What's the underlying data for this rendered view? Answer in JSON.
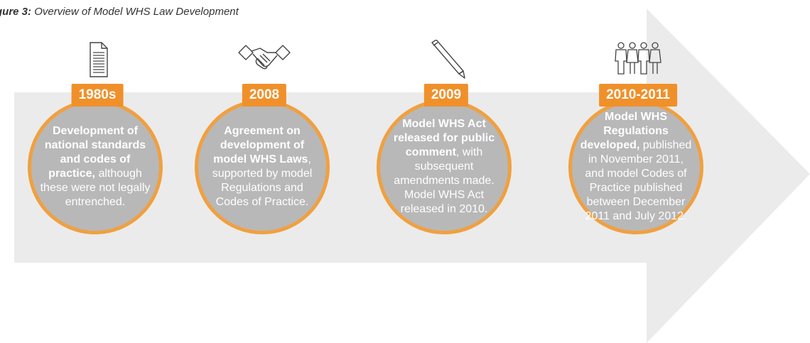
{
  "caption": {
    "label": "gure 3:",
    "text": "Overview of Model WHS Law Development"
  },
  "stages": [
    {
      "year": "1980s",
      "icon": "document-icon",
      "bold": "Development of national standards and codes of practice,",
      "normal": "although these were not legally entrenched."
    },
    {
      "year": "2008",
      "icon": "handshake-icon",
      "bold": "Agreement on development of model WHS Laws",
      "normal": ", supported by model Regulations and Codes of Practice."
    },
    {
      "year": "2009",
      "icon": "pencil-icon",
      "bold": "Model WHS Act released for public comment",
      "normal": ", with subsequent amendments made. Model WHS Act released in 2010."
    },
    {
      "year": "2010-2011",
      "icon": "people-icon",
      "bold": "Model WHS Regulations developed,",
      "normal": "published in November 2011, and model Codes of Practice published between December 2011 and July 2012."
    }
  ],
  "colors": {
    "accent": "#f0902a",
    "ring": "#f0a040",
    "circle": "#b8b8b8",
    "arrow": "#ebebeb"
  }
}
